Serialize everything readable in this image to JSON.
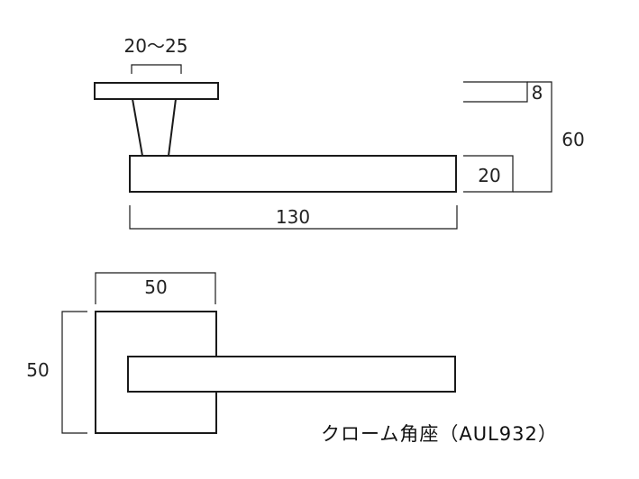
{
  "dimensions": {
    "rose_thickness": "20～25",
    "lever_length": "130",
    "lever_thickness": "8",
    "total_projection": "60",
    "lever_height": "20",
    "rose_width": "50",
    "rose_height": "50"
  },
  "caption": "クローム角座（AUL932）",
  "colors": {
    "line": "#1a1a1a",
    "background": "#ffffff"
  }
}
